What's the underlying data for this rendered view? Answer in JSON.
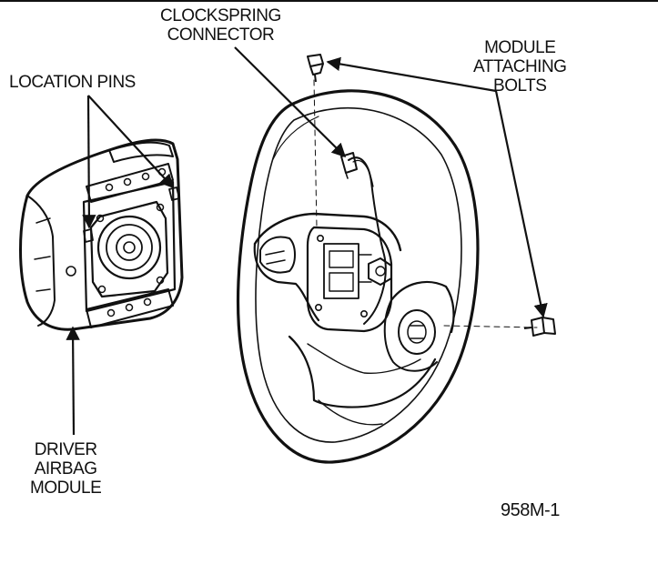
{
  "labels": {
    "clockspring": [
      "CLOCKSPRING",
      "CONNECTOR"
    ],
    "location_pins": "LOCATION PINS",
    "module_bolts": [
      "MODULE",
      "ATTACHING",
      "BOLTS"
    ],
    "driver_airbag": [
      "DRIVER",
      "AIRBAG",
      "MODULE"
    ],
    "figure_id": "958M-1"
  },
  "colors": {
    "ink": "#111111",
    "background": "#ffffff"
  }
}
